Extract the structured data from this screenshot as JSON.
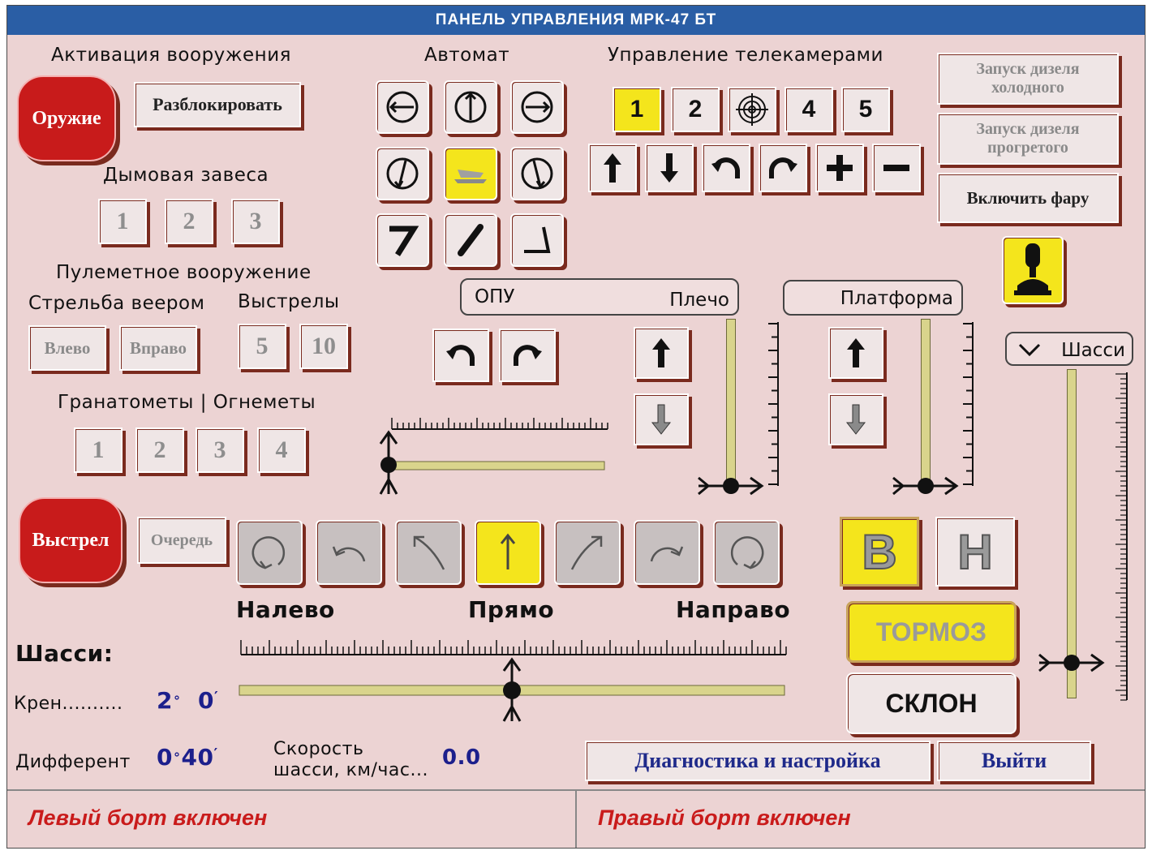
{
  "window": {
    "title": "ПАНЕЛЬ УПРАВЛЕНИЯ МРК-47 БТ"
  },
  "weapons": {
    "section_title": "Активация вооружения",
    "weapon_button": "Оружие",
    "unlock_button": "Разблокировать"
  },
  "smoke": {
    "section_title": "Дымовая завеса",
    "buttons": [
      "1",
      "2",
      "3"
    ]
  },
  "machine_gun": {
    "section_title": "Пулеметное вооружение",
    "fan_label": "Стрельба веером",
    "shots_label": "Выстрелы",
    "left_button": "Влево",
    "right_button": "Вправо",
    "shots_buttons": [
      "5",
      "10"
    ]
  },
  "grenade": {
    "section_title": "Гранатометы | Огнеметы",
    "buttons": [
      "1",
      "2",
      "3",
      "4"
    ]
  },
  "automat": {
    "section_title": "Автомат",
    "selected_index": 4
  },
  "cameras": {
    "section_title": "Управление телекамерами",
    "buttons": [
      "1",
      "2",
      "4",
      "5"
    ],
    "selected": "1",
    "target_icon": "crosshair-icon"
  },
  "engine": {
    "cold_start": "Запуск дизеля холодного",
    "warm_start": "Запуск дизеля прогретого",
    "headlight": "Включить фару",
    "joystick_icon": "joystick-icon"
  },
  "opu": {
    "label": "ОПУ",
    "shoulder_label": "Плечо"
  },
  "platform": {
    "label": "Платформа"
  },
  "chassis_dropdown": {
    "label": "Шасси"
  },
  "fire": {
    "fire_button": "Выстрел",
    "burst_button": "Очередь"
  },
  "drive": {
    "left_label": "Налево",
    "straight_label": "Прямо",
    "right_label": "Направо",
    "selected_direction": "Прямо"
  },
  "gears": {
    "high": "В",
    "low": "Н",
    "selected": "В"
  },
  "brake_button": "ТОРМОЗ",
  "slope_button": "СКЛОН",
  "chassis_info": {
    "title": "Шасси:",
    "roll_label": "Крен..........",
    "roll_deg": "2",
    "roll_min": "0",
    "trim_label": "Дифферент",
    "trim_deg": "0",
    "trim_min": "40",
    "speed_label_1": "Скорость",
    "speed_label_2": "шасси, км/час...",
    "speed_value": "0.0"
  },
  "footer": {
    "diagnostics_button": "Диагностика и настройка",
    "exit_button": "Выйти",
    "left_status": "Левый борт включен",
    "right_status": "Правый борт включен"
  },
  "colors": {
    "background": "#ecd3d3",
    "title_bar": "#2a5ea5",
    "active_yellow": "#f4e51c",
    "alert_red": "#c81b1b",
    "button_shadow": "#7a2a1e"
  }
}
